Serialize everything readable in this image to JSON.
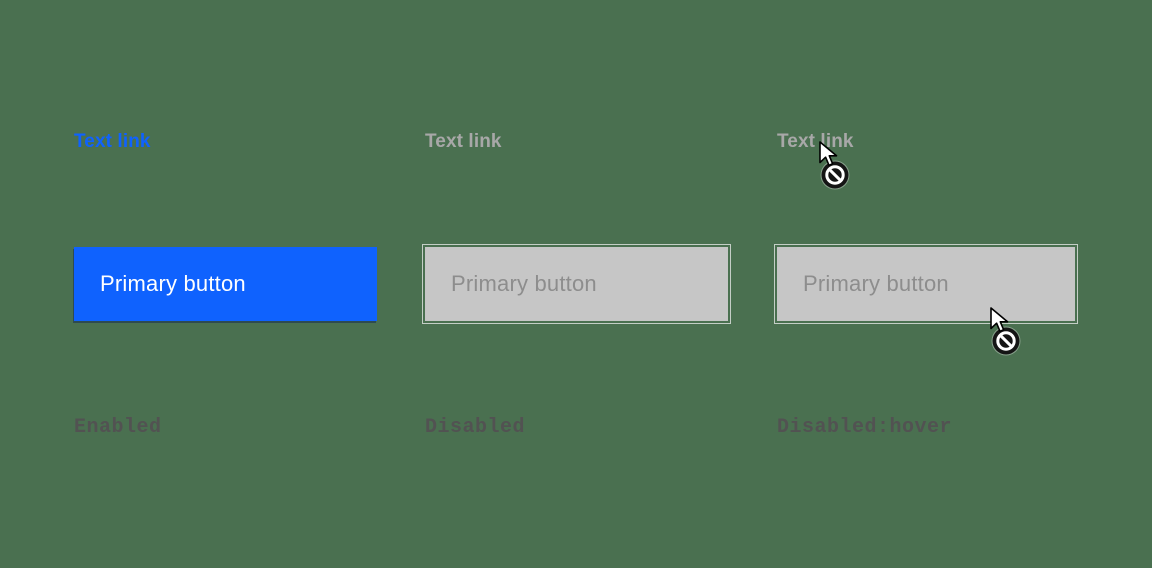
{
  "colors": {
    "background": "#4a7050",
    "accent_blue": "#0f62fe",
    "button_text_on_blue": "#ffffff",
    "disabled_button_bg": "#c6c6c6",
    "disabled_button_text": "#8d8d8d",
    "disabled_link_text": "#a8a8a8",
    "state_label_text": "#525252"
  },
  "columns": [
    {
      "id": "enabled",
      "link_label": "Text link",
      "button_label": "Primary button",
      "state_label": "Enabled",
      "has_cursor": false
    },
    {
      "id": "disabled",
      "link_label": "Text link",
      "button_label": "Primary button",
      "state_label": "Disabled",
      "has_cursor": false
    },
    {
      "id": "disabled-hover",
      "link_label": "Text link",
      "button_label": "Primary button",
      "state_label": "Disabled:hover",
      "has_cursor": true
    }
  ],
  "icons": {
    "not_allowed_cursor": "pointer-arrow-with-prohibition-badge"
  }
}
